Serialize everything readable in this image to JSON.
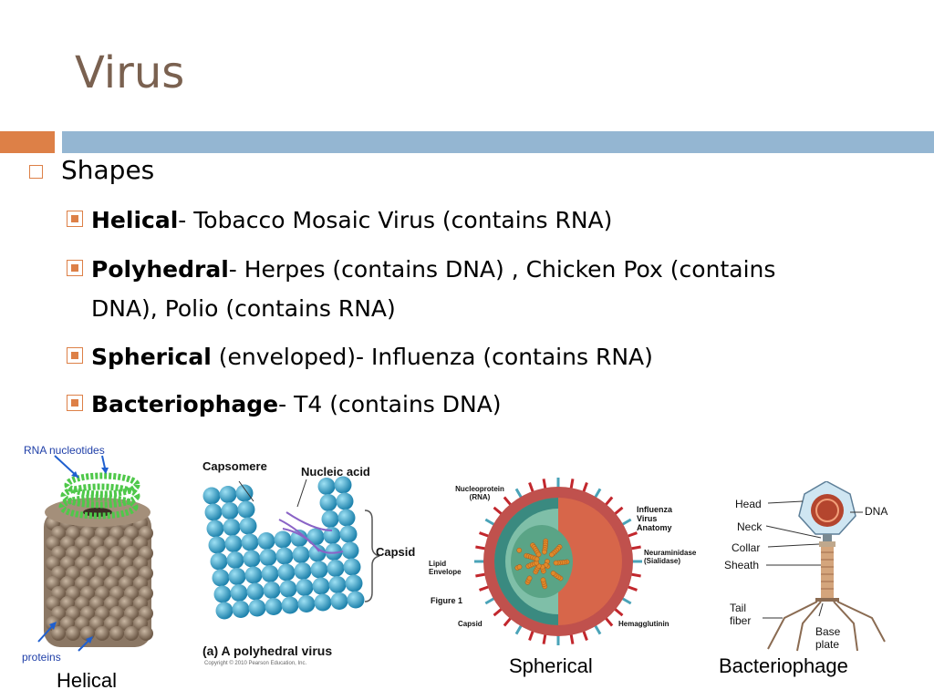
{
  "slide": {
    "title": "Virus",
    "heading": "Shapes",
    "bullets": [
      {
        "term": "Helical",
        "text": "- Tobacco Mosaic Virus (contains RNA)"
      },
      {
        "term": "Polyhedral",
        "text": "- Herpes (contains DNA) , Chicken Pox (contains",
        "cont": "DNA), Polio (contains RNA)"
      },
      {
        "term": "Spherical",
        "text": " (enveloped)- Influenza (contains RNA)"
      },
      {
        "term": "Bacteriophage",
        "text": "- T4 (contains DNA)"
      }
    ]
  },
  "figures": {
    "helical": {
      "labels": {
        "rna": "RNA nucleotides",
        "proteins": "proteins"
      },
      "caption": "Helical"
    },
    "polyhedral": {
      "labels": {
        "capsomere": "Capsomere",
        "nucleic": "Nucleic acid",
        "capsid": "Capsid",
        "caption": "(a) A polyhedral virus",
        "copyright": "Copyright © 2010 Pearson Education, Inc."
      }
    },
    "spherical": {
      "labels": {
        "nucleoprotein": "Nucleoprotein (RNA)",
        "anatomy": "Influenza Virus Anatomy",
        "lipid": "Lipid Envelope",
        "neuraminidase": "Neuraminidase (Sialidase)",
        "figure": "Figure 1",
        "capsid": "Capsid",
        "hemagglutinin": "Hemagglutinin"
      },
      "caption": "Spherical"
    },
    "bacteriophage": {
      "labels": {
        "head": "Head",
        "dna": "DNA",
        "neck": "Neck",
        "collar": "Collar",
        "sheath": "Sheath",
        "tail": "Tail fiber",
        "base": "Base plate"
      },
      "caption": "Bacteriophage"
    }
  }
}
